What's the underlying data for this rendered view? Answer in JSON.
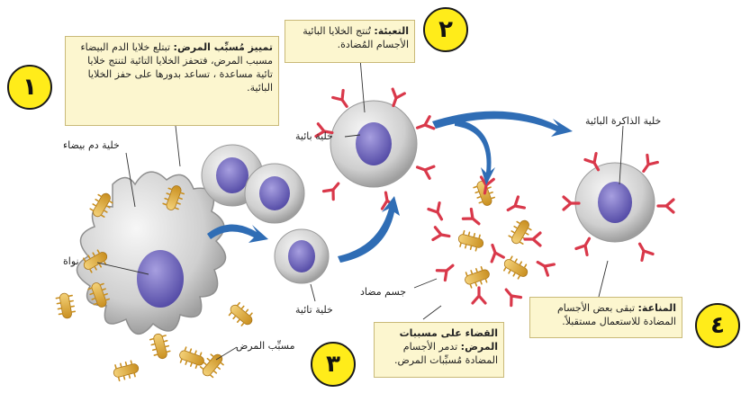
{
  "steps": [
    {
      "number": "١",
      "title": "تمييز مُسبِّب المرض:",
      "text": "تبتلع خلايا الدم البيضاء مسبب المرض، فتحفز الخلايا التائية لتنتج خلايا تائية مساعدة ، تساعد بدورها على حفز الخلايا البائية."
    },
    {
      "number": "٢",
      "title": "التعبئة:",
      "text": "تُنتج الخلايا البائية الأجسام المُضادة."
    },
    {
      "number": "٣",
      "title": "القضاء على مسببات المرض:",
      "text": "تدمر الأجسام المضادة مُسبِّبات المرض."
    },
    {
      "number": "٤",
      "title": "المناعة:",
      "text": "تبقى بعض الأجسام المضادة للاستعمال مستقبلاً."
    }
  ],
  "labels": {
    "white_blood_cell": "خلية دم بيضاء",
    "nucleus": "نواة",
    "pathogen": "مسبِّب المرض",
    "t_cell": "خلية تائية",
    "b_cell": "خلية بائية",
    "antibody": "جسم مضاد",
    "memory_b_cell": "خلية الذاكرة البائية"
  },
  "colors": {
    "callout_bg": "#fcf6cf",
    "badge": "#ffec1a",
    "arrow": "#2f6db5",
    "antibody": "#d9384a",
    "cell_body": "#c8c8c8",
    "nucleus": "#6b62b8",
    "pathogen": "#e1ad3c"
  }
}
